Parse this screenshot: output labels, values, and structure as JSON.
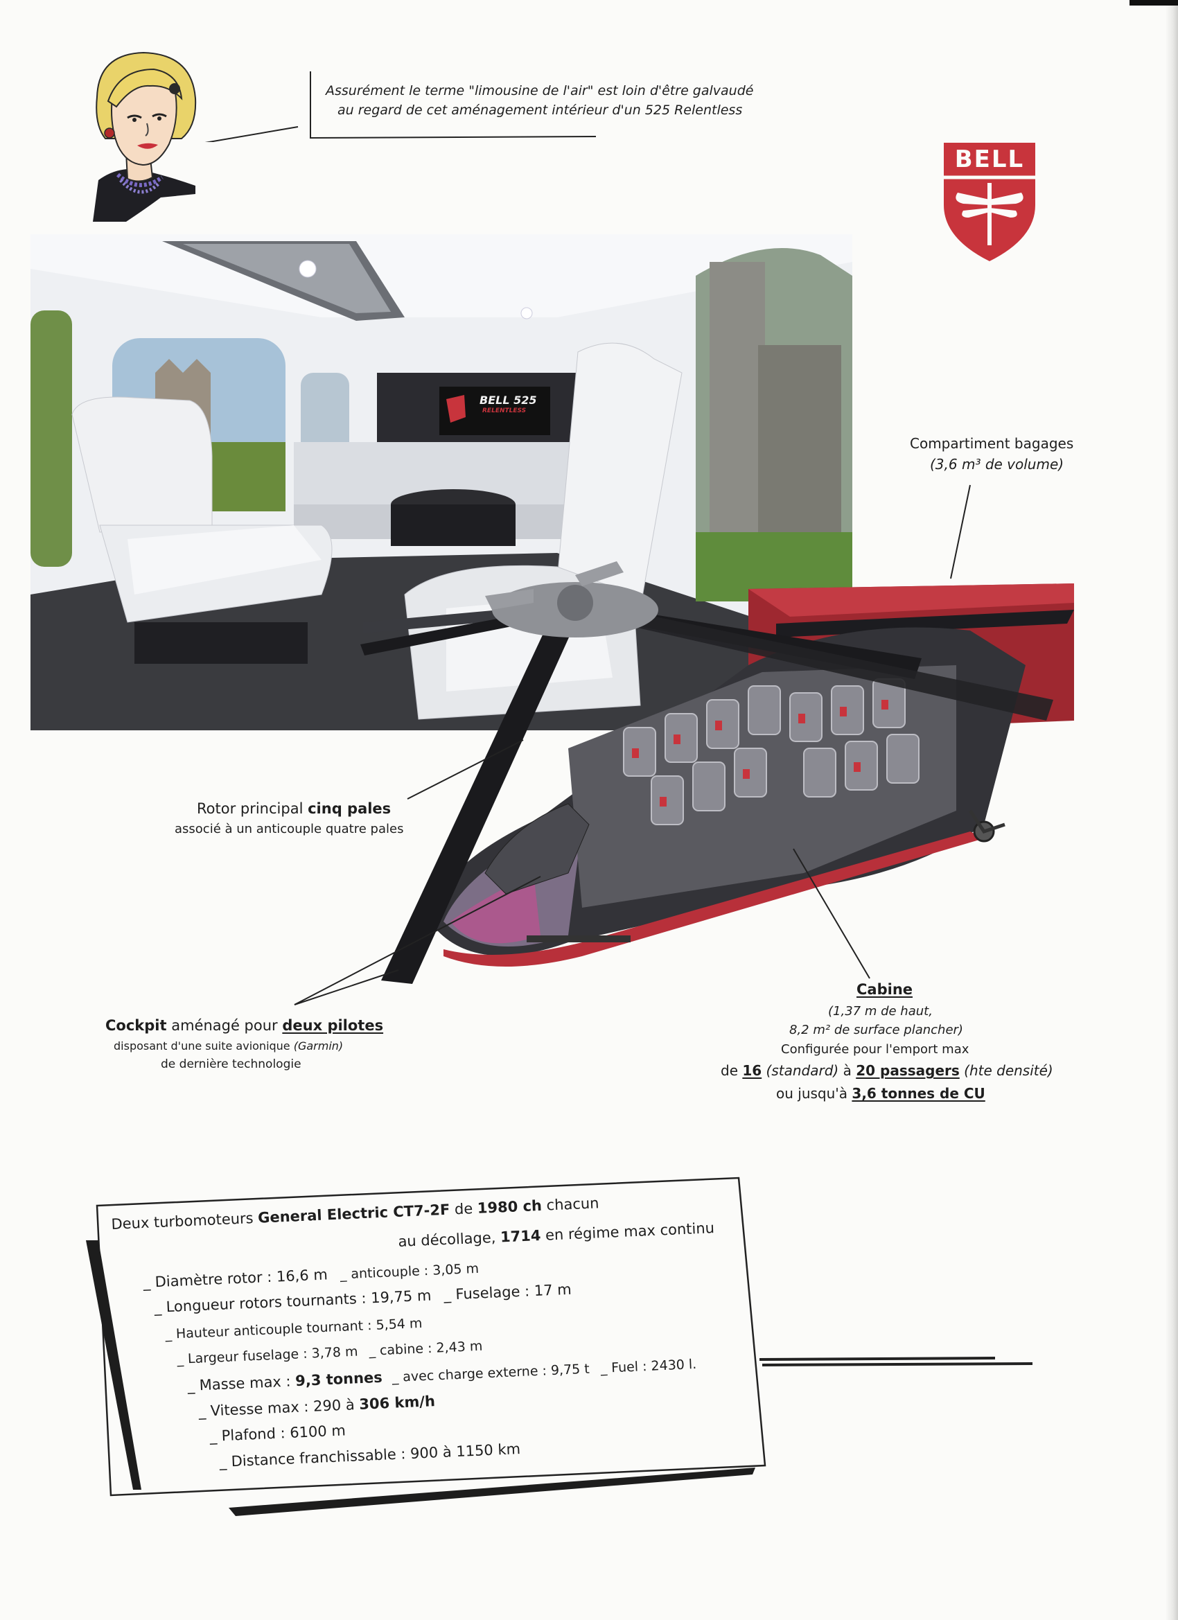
{
  "caption_top": {
    "line1": "Assurément le terme \"limousine de l'air\" est loin d'être galvaudé",
    "line2": "au regard de cet aménagement intérieur d'un 525 Relentless"
  },
  "logo": {
    "text": "BELL",
    "color": "#c8343c"
  },
  "interior_photo": {
    "screen_brand": "BELL 525",
    "screen_sub": "RELENTLESS"
  },
  "callouts": {
    "baggage": {
      "title": "Compartiment bagages",
      "detail": "(3,6 m³ de volume)"
    },
    "rotor": {
      "prefix": "Rotor principal ",
      "strong": "cinq pales",
      "line2": "associé à un anticouple quatre pales"
    },
    "cockpit": {
      "strong1": "Cockpit",
      "mid": " aménagé pour ",
      "strong2": "deux pilotes",
      "line2a": "disposant d'une suite avionique ",
      "line2b": "(Garmin)",
      "line3": "de dernière technologie"
    },
    "cabin": {
      "title": "Cabine",
      "line1": "(1,37 m de haut,",
      "line2": "8,2 m² de surface plancher)",
      "line3": "Configurée pour l'emport max",
      "l4_de": "de ",
      "l4_n1": "16",
      "l4_std": " (standard)",
      "l4_a": " à ",
      "l4_n2": "20 passagers",
      "l4_hd": " (hte densité)",
      "l5_pre": "ou jusqu'à ",
      "l5_strong": "3,6 tonnes de CU"
    }
  },
  "specs": {
    "l1_pre": "Deux turbomoteurs ",
    "l1_engine": "General Electric CT7-2F",
    "l1_de": " de ",
    "l1_power": "1980 ch",
    "l1_post": " chacun",
    "l2_pre": "au décollage, ",
    "l2_power": "1714",
    "l2_post": " en régime max continu",
    "l3": "_ Diamètre rotor : 16,6 m",
    "l3b": "_ anticouple : 3,05 m",
    "l4": "_ Longueur rotors tournants : 19,75 m",
    "l4b": "_ Fuselage : 17 m",
    "l5": "_ Hauteur anticouple tournant : 5,54 m",
    "l6": "_ Largeur fuselage : 3,78 m",
    "l6b": "_ cabine : 2,43 m",
    "l7_pre": "_ Masse max : ",
    "l7_strong": "9,3 tonnes",
    "l7b": "_ avec charge externe : 9,75 t",
    "l7c": "_ Fuel : 2430 l.",
    "l8_pre": "_ Vitesse max : 290 à ",
    "l8_strong": "306 km/h",
    "l9": "_ Plafond : 6100 m",
    "l10": "_ Distance franchissable : 900 à 1150 km"
  }
}
